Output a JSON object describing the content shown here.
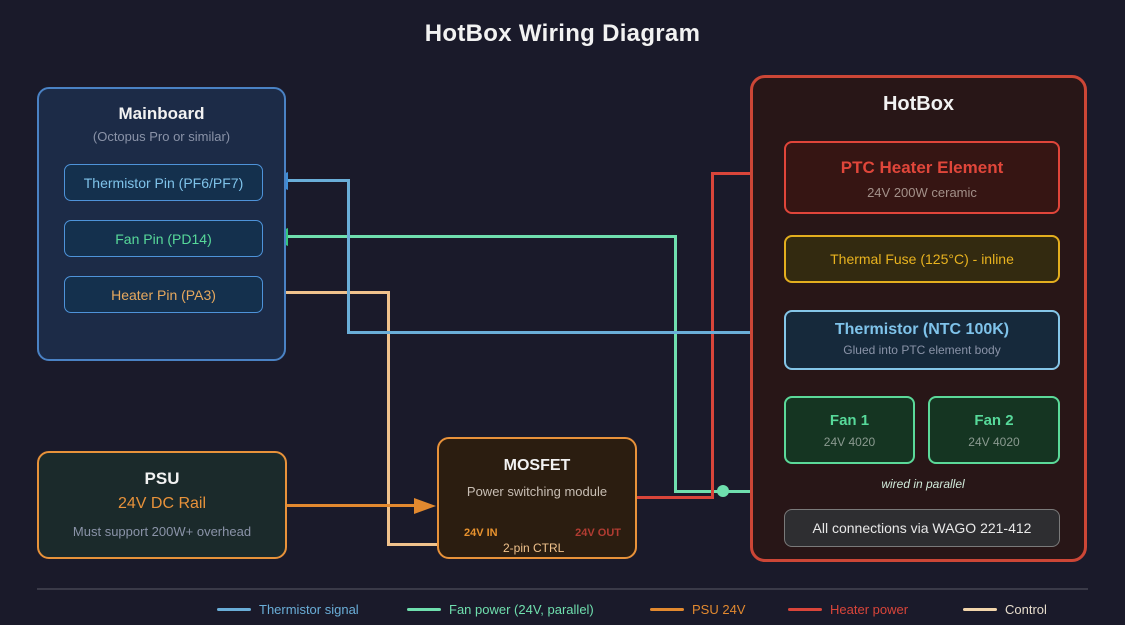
{
  "title": "HotBox Wiring Diagram",
  "colors": {
    "thermistor_signal": "#6aaed8",
    "fan_power": "#6fdfae",
    "psu_24v": "#e2892f",
    "heater_power": "#d9453a",
    "control": "#f0c28c"
  },
  "mainboard": {
    "title": "Mainboard",
    "subtitle": "(Octopus Pro or similar)",
    "pins": [
      {
        "label": "Thermistor Pin (PF6/PF7)"
      },
      {
        "label": "Fan Pin (PD14)"
      },
      {
        "label": "Heater Pin (PA3)"
      }
    ]
  },
  "psu": {
    "title": "PSU",
    "subtitle": "24V DC Rail",
    "note": "Must support 200W+ overhead"
  },
  "mosfet": {
    "title": "MOSFET",
    "subtitle": "Power switching module",
    "port_in": "24V IN",
    "port_out": "24V OUT",
    "ctrl_label": "2-pin CTRL"
  },
  "hotbox": {
    "title": "HotBox",
    "ptc": {
      "title": "PTC Heater Element",
      "subtitle": "24V 200W ceramic"
    },
    "fuse": {
      "label": "Thermal Fuse (125°C) - inline"
    },
    "thermistor": {
      "title": "Thermistor (NTC 100K)",
      "subtitle": "Glued into PTC element body"
    },
    "fan1": {
      "title": "Fan 1",
      "subtitle": "24V 4020"
    },
    "fan2": {
      "title": "Fan 2",
      "subtitle": "24V 4020"
    },
    "parallel_note": "wired in parallel",
    "wago_note": "All connections via WAGO 221-412"
  },
  "legend": [
    {
      "label": "Thermistor signal",
      "color": "#6aaed8"
    },
    {
      "label": "Fan power (24V, parallel)",
      "color": "#6fdfae"
    },
    {
      "label": "PSU 24V",
      "color": "#e2892f"
    },
    {
      "label": "Heater power",
      "color": "#d9453a"
    },
    {
      "label": "Control",
      "color": "#f2d5ab"
    }
  ]
}
